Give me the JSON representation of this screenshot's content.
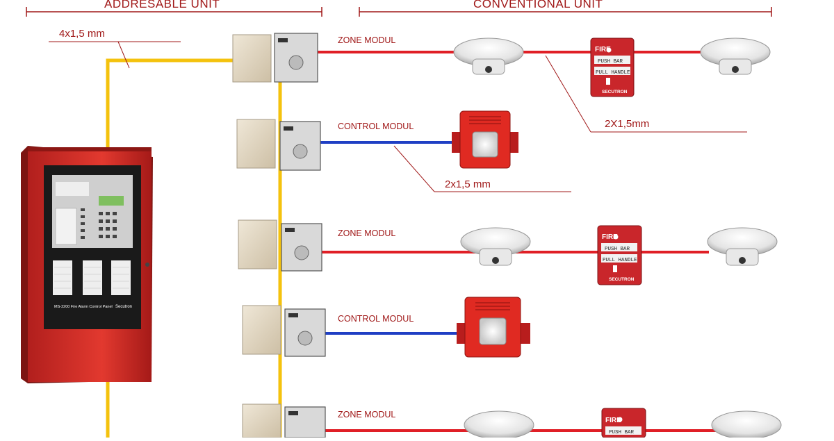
{
  "headers": {
    "addressable": "ADDRESABLE UNIT",
    "conventional": "CONVENTIONAL UNIT"
  },
  "cables": {
    "loop": "4x1,5 mm",
    "zone": "2X1,5mm",
    "control": "2x1,5 mm"
  },
  "modules": [
    {
      "label": "ZONE MODUL"
    },
    {
      "label": "CONTROL MODUL"
    },
    {
      "label": "ZONE MODUL"
    },
    {
      "label": "CONTROL MODUL"
    },
    {
      "label": "ZONE MODUL"
    }
  ],
  "panel": {
    "caption": "MS-2200 Fire Alarm Control Panel",
    "brand": "Secutron"
  },
  "pull_station": {
    "fire": "FIRE",
    "push": "PUSH BAR",
    "pull": "PULL HANDLE",
    "brand": "SECUTRON"
  },
  "colors": {
    "loop_wire": "#f4c20d",
    "zone_wire": "#e01f26",
    "control_wire": "#1f3fc4",
    "panel_red": "#d8302b",
    "label_red": "#a01818"
  }
}
